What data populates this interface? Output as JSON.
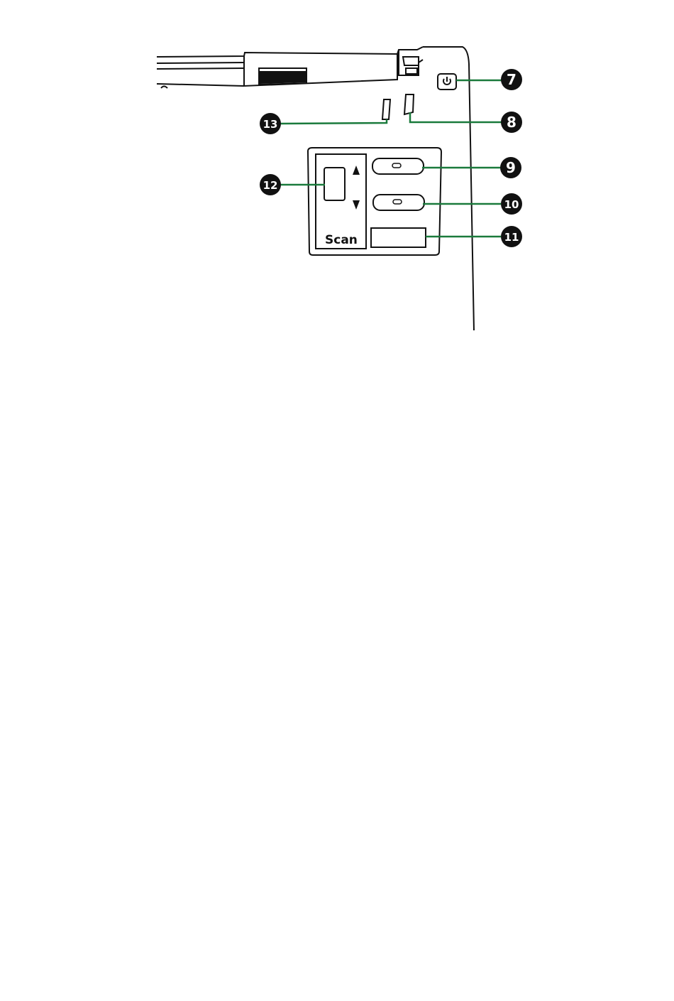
{
  "panel": {
    "scan_label": "Scan"
  },
  "callouts": [
    {
      "id": "power-button",
      "number": "7"
    },
    {
      "id": "led-indicator-right",
      "number": "8"
    },
    {
      "id": "top-button",
      "number": "9"
    },
    {
      "id": "middle-button",
      "number": "10"
    },
    {
      "id": "lcd-display",
      "number": "11"
    },
    {
      "id": "scan-selector",
      "number": "12"
    },
    {
      "id": "led-indicator-left",
      "number": "13"
    }
  ],
  "colors": {
    "leader_line": "#1a7a3c",
    "outline": "#111111",
    "callout_fill": "#111111"
  },
  "icons": {
    "power": "power-icon",
    "up": "up-arrow-icon",
    "down": "down-arrow-icon"
  }
}
